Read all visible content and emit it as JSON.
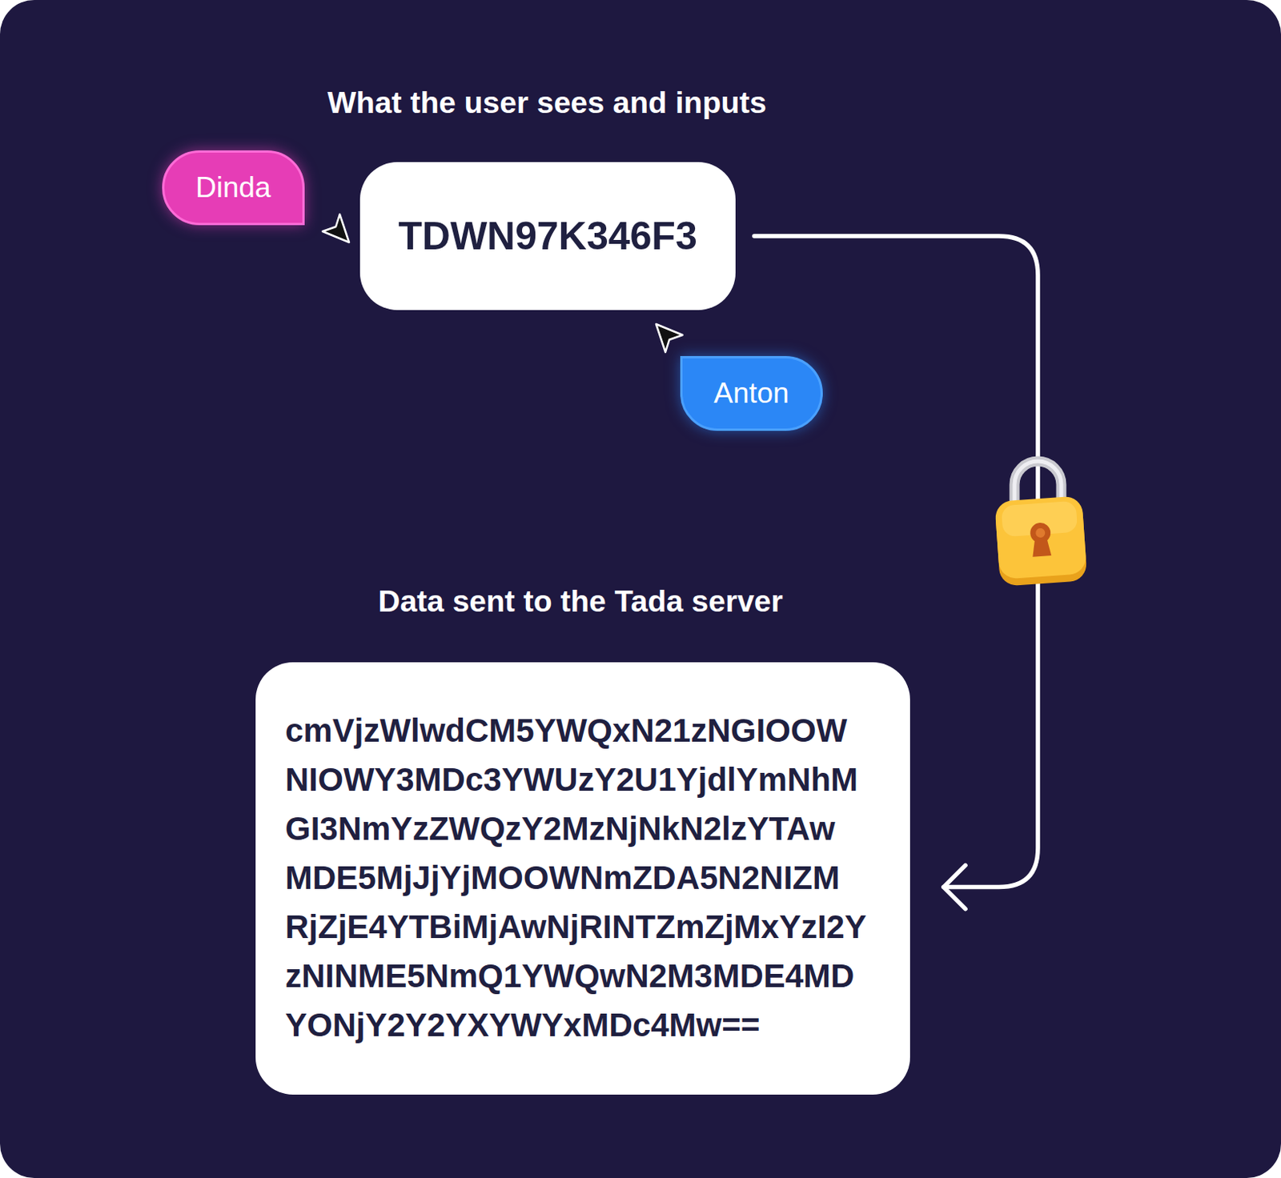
{
  "diagram": {
    "title": "What the user sees and inputs",
    "nodes": [
      {
        "text": [
          "Dinda"
        ]
      },
      {
        "text": [
          "TDWN97K346F3"
        ]
      },
      {
        "text": [
          "Anton"
        ]
      },
      {
        "text": [
          "cmVjzWlwdCM5YWQxN21zNGIOOW NIOWY3MDc3YWUzY2U1YjdlYmNhM GI3NmYzZWQzY2MzNjNkN2lzYTAw MDE5MjJjYjMOOWNmZDA5N2NIZM RjZjE4YTBiMjAwNjRINTZmZjMxYzI2Y zNINME5NmQ1YWQwN2M3MDE4MD YONjY2Y2YXYWYxMDc4Mw=="
        ]
      }
    ],
    "edges": [
      {
        "from": 1,
        "to": 3,
        "arrow": "to"
      }
    ],
    "labels": [
      "Data sent to the Tada server"
    ]
  }
}
